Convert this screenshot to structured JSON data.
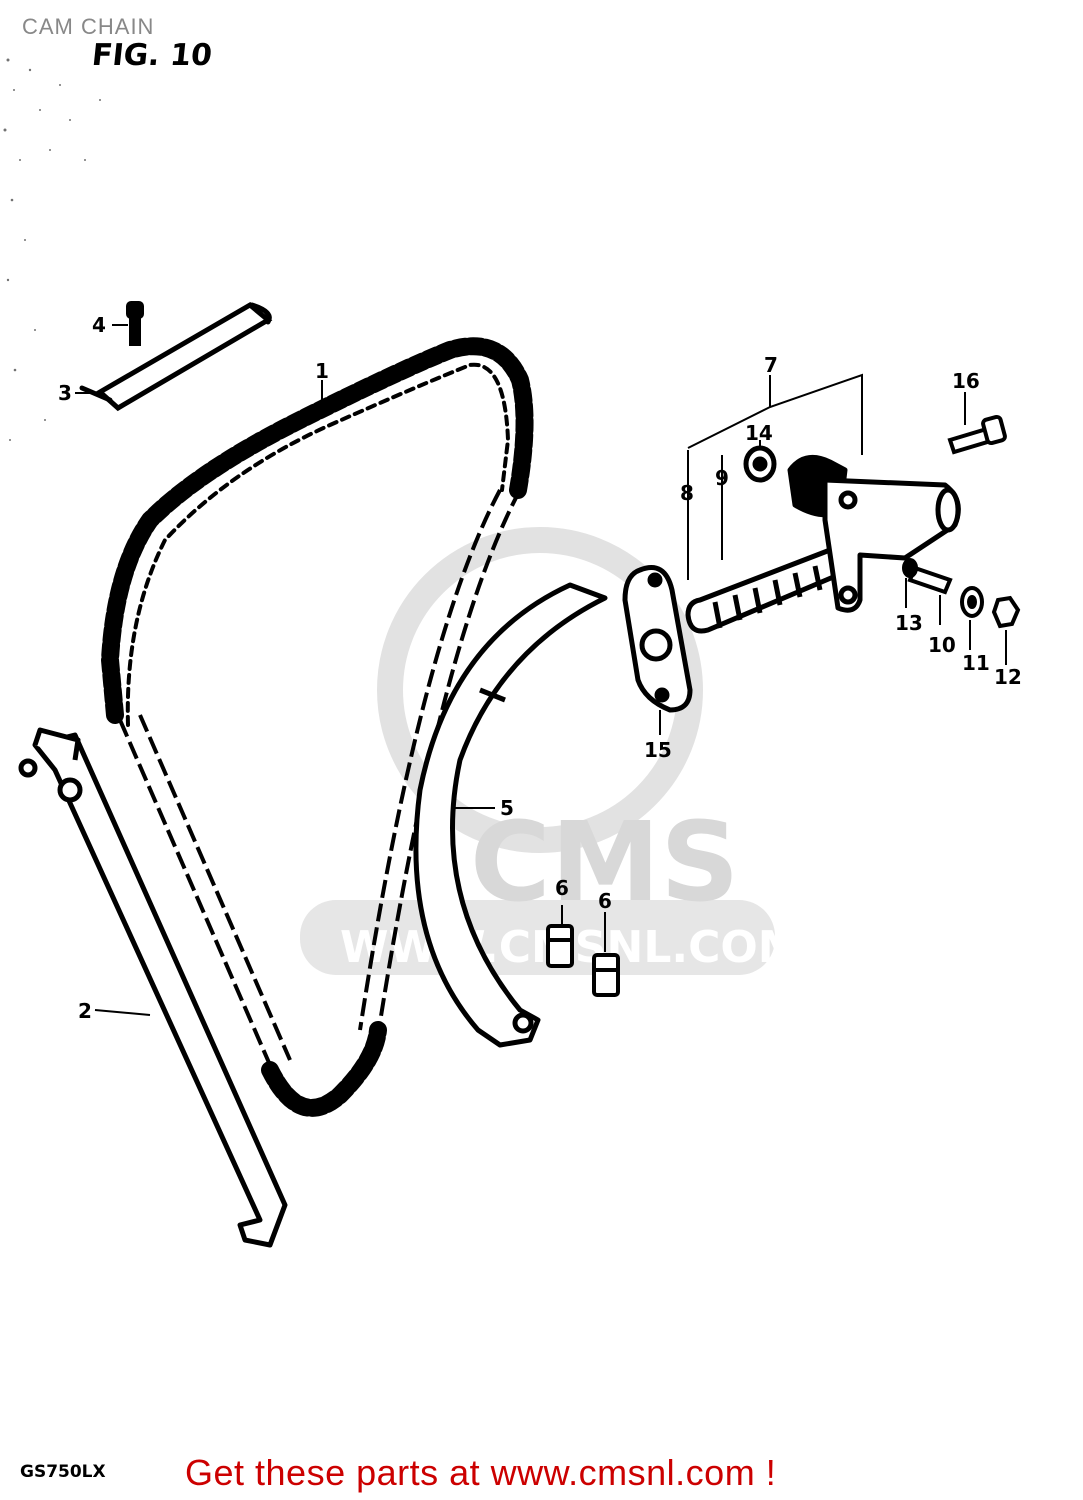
{
  "header": {
    "title": "CAM CHAIN",
    "figure": "FIG. 10"
  },
  "footer": {
    "model": "GS750LX",
    "cta": "Get these parts at www.cmsnl.com !"
  },
  "watermark": {
    "brand": "CMS",
    "url": "WWW.CMSNL.COM"
  },
  "callouts": [
    "1",
    "2",
    "3",
    "4",
    "5",
    "6",
    "6",
    "7",
    "8",
    "9",
    "10",
    "11",
    "12",
    "13",
    "14",
    "15",
    "16"
  ],
  "colors": {
    "ink": "#000000",
    "cta": "#cc0000",
    "watermark": "#d8d8d8"
  }
}
